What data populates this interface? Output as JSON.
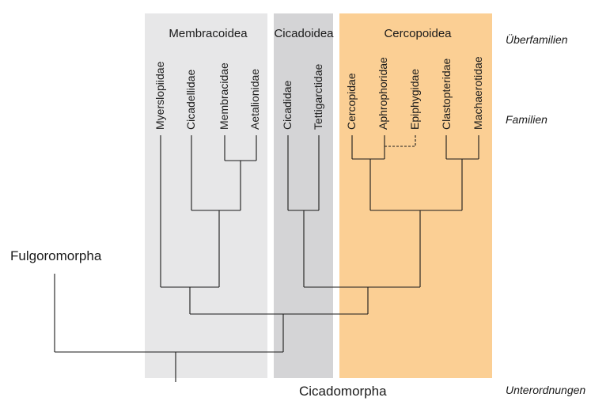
{
  "superfamilies": {
    "membracoidea": "Membracoidea",
    "cicadoidea": "Cicadoidea",
    "cercopoidea": "Cercopoidea"
  },
  "families": {
    "myerslopiidae": "Myerslopiidae",
    "cicadellidae": "Cicadellidae",
    "membracidae": "Membracidae",
    "aetalionidae": "Aetalionidae",
    "cicadidae": "Cicadidae",
    "tettigarctidae": "Tettigarctidae",
    "cercopidae": "Cercopidae",
    "aphrophoridae": "Aphrophoridae",
    "epiphygidae": "Epiphygidae",
    "clastopteridae": "Clastopteridae",
    "machaerotidae": "Machaerotidae"
  },
  "row_labels": {
    "ueberfamilien": "Überfamilien",
    "familien": "Familien",
    "unterordnungen": "Unterordnungen"
  },
  "taxa": {
    "outgroup": "Fulgoromorpha",
    "suborder": "Cicadomorpha"
  },
  "colors": {
    "membracoidea_panel": "#e7e7e8",
    "cicadoidea_panel": "#d4d4d6",
    "cercopoidea_panel": "#fbcf94",
    "lines": "#1a1a1a"
  }
}
